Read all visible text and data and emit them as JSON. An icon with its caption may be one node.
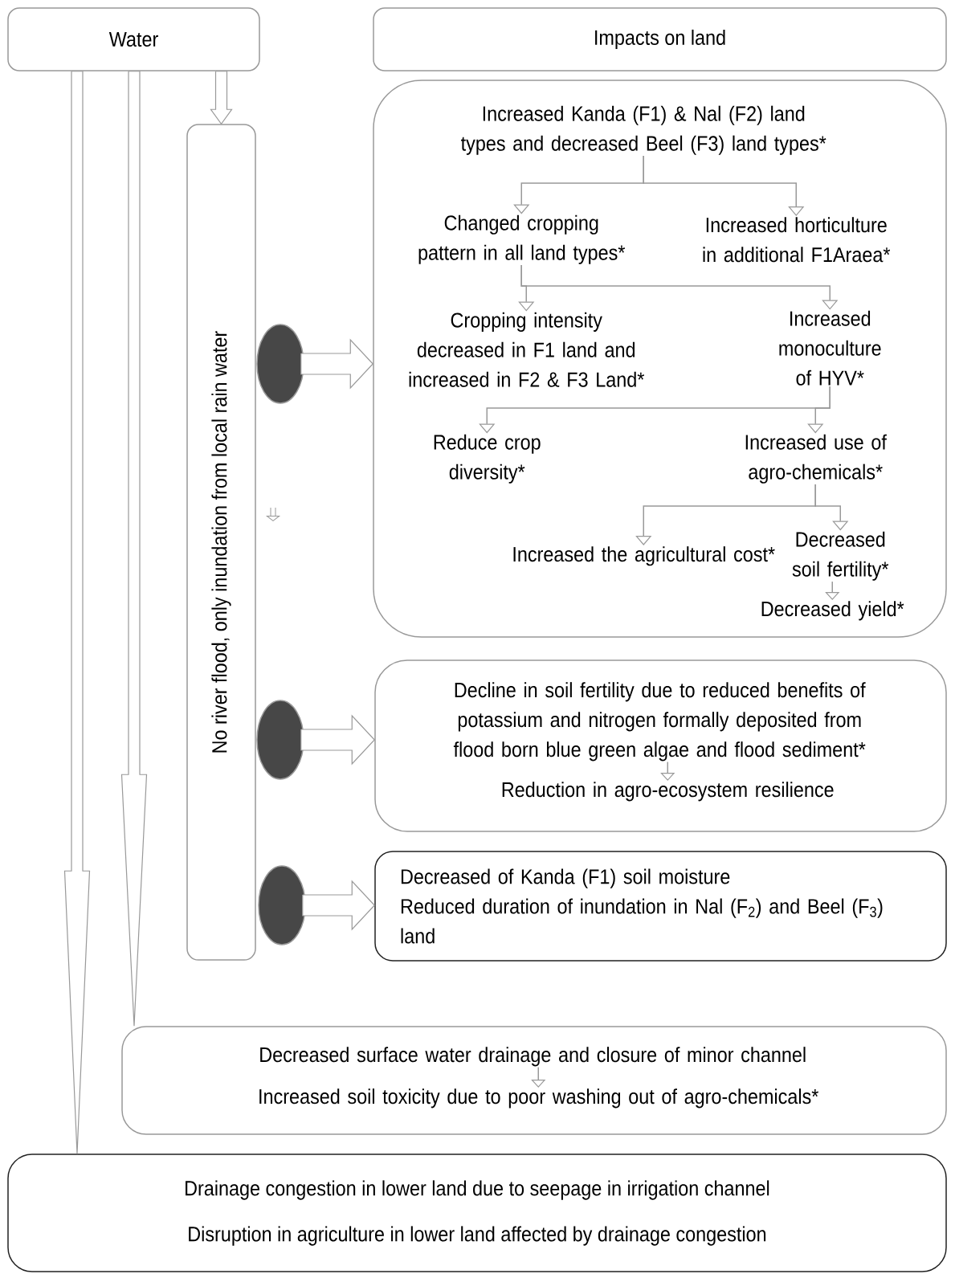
{
  "diagram": {
    "nodes": [
      {
        "text": [
          "Water"
        ]
      },
      {
        "text": [
          "Impacts on land"
        ]
      },
      {
        "text": [
          "No river flood, only inundation from local rain water"
        ]
      },
      {
        "text": [],
        "shape": "box"
      },
      {
        "text": [
          "Increased Kanda (F1) & Nal (F2) land types and decreased Beel (F3) land types*"
        ],
        "in": 3
      },
      {
        "text": [
          "Changed cropping pattern in all land types*"
        ],
        "in": 3
      },
      {
        "text": [
          "Increased horticulture in additional F1Araea*"
        ],
        "in": 3
      },
      {
        "text": [
          "Cropping intensity decreased in F1 land and increased in F2 & F3 Land*"
        ],
        "in": 3
      },
      {
        "text": [
          "Increased monoculture of HYV*"
        ],
        "in": 3
      },
      {
        "text": [
          "Reduce crop diversity*"
        ],
        "in": 3
      },
      {
        "text": [
          "Increased use of agro-chemicals*"
        ],
        "in": 3
      },
      {
        "text": [
          "Increased the agricultural cost*"
        ],
        "in": 3
      },
      {
        "text": [
          "Decreased soil fertility*"
        ],
        "in": 3
      },
      {
        "text": [
          "Decreased yield*"
        ],
        "in": 3
      },
      {
        "text": [],
        "shape": "box"
      },
      {
        "text": [
          "Decline in soil fertility due to reduced benefits of potassium and nitrogen formally deposited from flood born blue green algae and flood sediment*"
        ],
        "in": 14
      },
      {
        "text": [
          "Reduction in agro-ecosystem resilience"
        ],
        "in": 14
      },
      {
        "text": [
          "Decreased of Kanda (F1) soil moisture",
          "Reduced duration of inundation in Nal (F$_{2}$) and Beel (F$_{3}$) land"
        ]
      },
      {
        "text": [],
        "shape": "box"
      },
      {
        "text": [
          "Decreased surface water drainage and closure of minor channel"
        ],
        "in": 18
      },
      {
        "text": [
          "Increased soil toxicity due to poor washing out of agro-chemicals*"
        ],
        "in": 18
      },
      {
        "text": [
          "Drainage congestion in lower land due to seepage in irrigation channel",
          "Disruption in agriculture in lower land affected by drainage congestion"
        ]
      },
      {
        "text": [],
        "shape": "circle"
      },
      {
        "text": [],
        "shape": "circle"
      },
      {
        "text": [],
        "shape": "circle"
      }
    ],
    "edges": [
      {
        "from": 0,
        "to": 2,
        "arrow": "to",
        "style": "thick"
      },
      {
        "from": 0,
        "to": 18,
        "arrow": "to",
        "style": "thick"
      },
      {
        "from": 0,
        "to": 21,
        "arrow": "to",
        "style": "thick"
      },
      {
        "from": 22,
        "to": 3,
        "arrow": "to",
        "style": "thick"
      },
      {
        "from": 23,
        "to": 14,
        "arrow": "to",
        "style": "thick"
      },
      {
        "from": 24,
        "to": 17,
        "arrow": "to",
        "style": "thick"
      },
      {
        "from": 4,
        "to": 5,
        "arrow": "to"
      },
      {
        "from": 4,
        "to": 6,
        "arrow": "to"
      },
      {
        "from": 5,
        "to": 7,
        "arrow": "to"
      },
      {
        "from": 5,
        "to": 8,
        "arrow": "to"
      },
      {
        "from": 8,
        "to": 9,
        "arrow": "to"
      },
      {
        "from": 8,
        "to": 10,
        "arrow": "to"
      },
      {
        "from": 10,
        "to": 11,
        "arrow": "to"
      },
      {
        "from": 10,
        "to": 12,
        "arrow": "to"
      },
      {
        "from": 12,
        "to": 13,
        "arrow": "to"
      },
      {
        "from": 15,
        "to": 16,
        "arrow": "to"
      },
      {
        "from": 19,
        "to": 20,
        "arrow": "to"
      }
    ]
  }
}
